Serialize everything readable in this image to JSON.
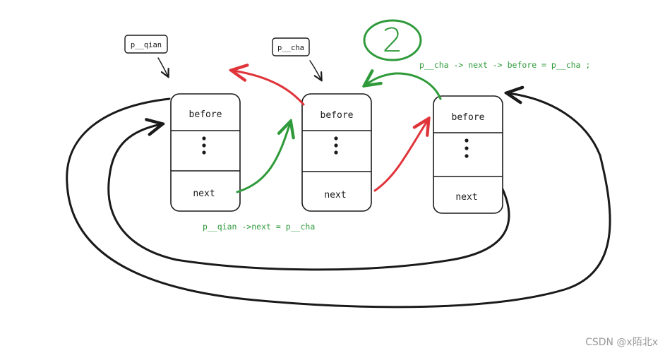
{
  "labels": {
    "p_qian": "p__qian",
    "p_cha": "p__cha"
  },
  "nodes": [
    {
      "id": "left",
      "before": "before",
      "next": "next"
    },
    {
      "id": "middle",
      "before": "before",
      "next": "next"
    },
    {
      "id": "right",
      "before": "before",
      "next": "next"
    }
  ],
  "annotations": {
    "step_number": "2",
    "top_code": "p__cha -> next -> before = p__cha ;",
    "bottom_code": "p__qian ->next = p__cha"
  },
  "watermark": "CSDN @x陌北x",
  "colors": {
    "ink": "#1a1a1a",
    "red": "#e0343a",
    "green": "#2e9a3a"
  }
}
